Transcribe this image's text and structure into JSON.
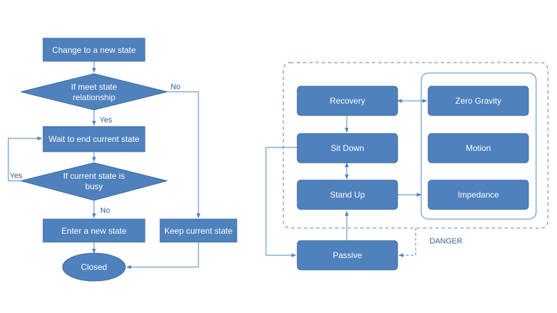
{
  "flowchart": {
    "start": "Change to a new state",
    "decision_relationship": [
      "If meet state",
      "relationship"
    ],
    "wait": "Wait to end current state",
    "decision_busy": [
      "If current state is",
      "busy"
    ],
    "enter": "Enter a new state",
    "keep": "Keep current state",
    "closed": "Closed",
    "labels": {
      "yes_1": "Yes",
      "yes_2": "Yes",
      "no_1": "No",
      "no_2": "No"
    }
  },
  "state_diagram": {
    "recovery": "Recovery",
    "sit_down": "Sit Down",
    "stand_up": "Stand Up",
    "passive": "Passive",
    "zero_gravity": "Zero Gravity",
    "motion": "Motion",
    "impedance": "Impedance",
    "danger_label": "DANGER"
  },
  "colors": {
    "node_fill": "#4f81bd",
    "line": "#4f81bd",
    "background": "#ffffff"
  }
}
